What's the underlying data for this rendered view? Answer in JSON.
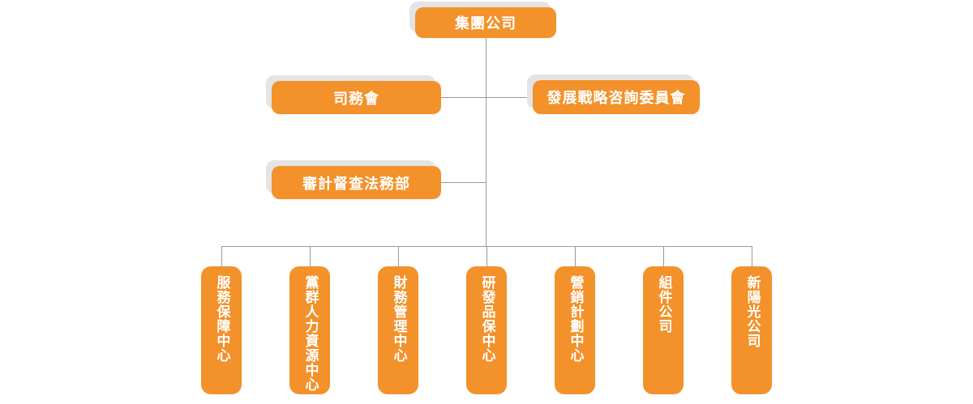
{
  "org_chart": {
    "title": "company-organization-chart",
    "root": {
      "label": "集團公司"
    },
    "level2": {
      "council": {
        "label": "司務會"
      },
      "strategy_committee": {
        "label": "發展戰略咨詢委員會"
      }
    },
    "level3": {
      "audit_dept": {
        "label": "審計督查法務部"
      }
    },
    "departments": [
      "服務保障中心",
      "黨群人力資源中心",
      "財務管理中心",
      "研發品保中心",
      "營銷計劃中心",
      "組件公司",
      "新陽光公司"
    ]
  },
  "colors": {
    "node_fill": "#F3912A",
    "node_text": "#FFFFFF",
    "node_shadow": "#E4E4E4",
    "connector_line": "#999999",
    "background": "#FFFFFF"
  }
}
